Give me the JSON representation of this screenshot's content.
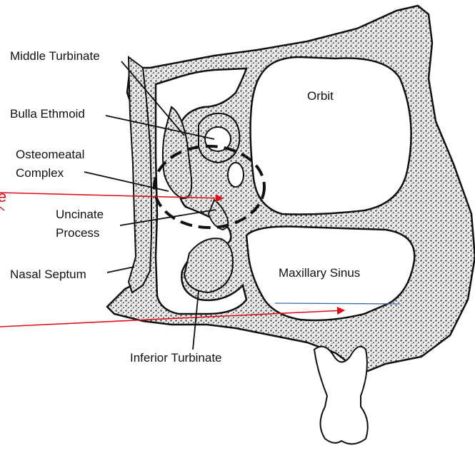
{
  "labels": {
    "middle_turbinate": "Middle Turbinate",
    "bulla_ethmoid": "Bulla Ethmoid",
    "osteomeatal_line1": "Osteomeatal",
    "osteomeatal_line2": "Complex",
    "uncinate_line1": "Uncinate",
    "uncinate_line2": "Process",
    "nasal_septum": "Nasal Septum",
    "orbit": "Orbit",
    "maxillary_sinus": "Maxillary Sinus",
    "inferior_turbinate": "Inferior Turbinate"
  },
  "colors": {
    "bone_fill": "#e6e6e6",
    "outline": "#111111",
    "arrow": "#e0101a",
    "blue_line": "#3a6ea5"
  }
}
